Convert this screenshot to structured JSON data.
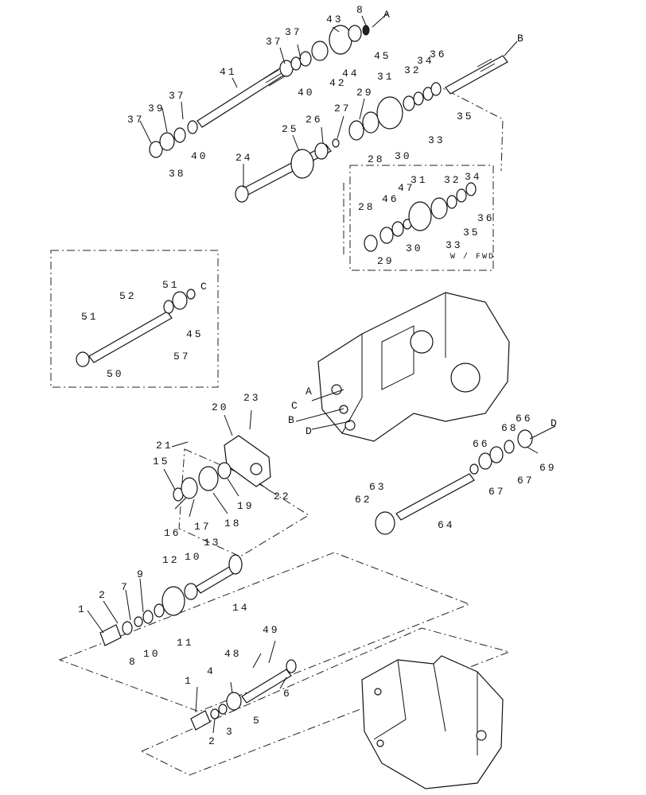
{
  "letters": {
    "a": "A",
    "b": "B",
    "c": "C",
    "d": "D"
  },
  "note_fwd": "W / FWD",
  "callouts": {
    "n1": "1",
    "n2": "2",
    "n3": "3",
    "n4": "4",
    "n5": "5",
    "n6": "6",
    "n7": "7",
    "n8": "8",
    "n9": "9",
    "n10": "10",
    "n11": "11",
    "n12": "12",
    "n13": "13",
    "n14": "14",
    "n15": "15",
    "n16": "16",
    "n17": "17",
    "n18": "18",
    "n19": "19",
    "n20": "20",
    "n21": "21",
    "n22": "22",
    "n23": "23",
    "n24": "24",
    "n25": "25",
    "n26": "26",
    "n27": "27",
    "n28": "28",
    "n29": "29",
    "n30": "30",
    "n31": "31",
    "n32": "32",
    "n33": "33",
    "n34": "34",
    "n35": "35",
    "n36": "36",
    "n37": "37",
    "n38": "38",
    "n39": "39",
    "n40": "40",
    "n41": "41",
    "n42": "42",
    "n43": "43",
    "n44": "44",
    "n45": "45",
    "n47": "47",
    "n48": "48",
    "n49": "49",
    "n50": "50",
    "n51": "51",
    "n52": "52",
    "n57": "57",
    "n62": "62",
    "n63": "63",
    "n64": "64",
    "n66": "66",
    "n67": "67",
    "n68": "68",
    "n69": "69",
    "n46": "46",
    "n31b": "31"
  }
}
